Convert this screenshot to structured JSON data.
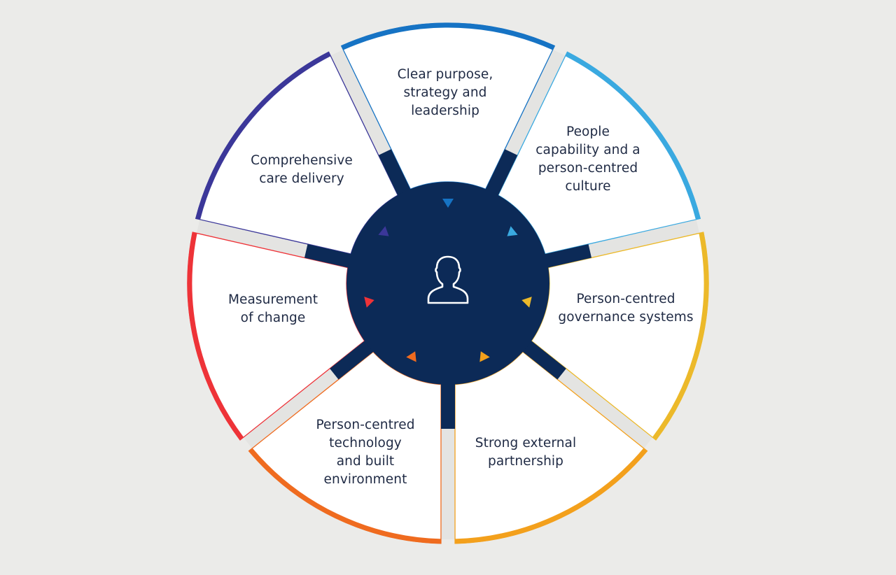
{
  "diagram": {
    "type": "segmented-wheel",
    "background": "#ebebe9",
    "center": {
      "icon": "person-icon",
      "fill": "#0c2a57",
      "icon_color": "#ffffff"
    },
    "spoke_color": "#0c2a57",
    "gap_color": "#e4e4e2",
    "segments": [
      {
        "id": "clear-purpose",
        "label": "Clear purpose,\nstrategy and\nleadership",
        "color": "#1673c4"
      },
      {
        "id": "people-capability",
        "label": "People\ncapability and a\nperson-centred\nculture",
        "color": "#3aa9e0"
      },
      {
        "id": "governance",
        "label": "Person-centred\ngovernance systems",
        "color": "#ecb92a"
      },
      {
        "id": "external-partnership",
        "label": "Strong external\npartnership",
        "color": "#f3a01c"
      },
      {
        "id": "technology",
        "label": "Person-centred\ntechnology\nand built\nenvironment",
        "color": "#ef6b1f"
      },
      {
        "id": "measurement",
        "label": "Measurement\nof change",
        "color": "#ee3338"
      },
      {
        "id": "care-delivery",
        "label": "Comprehensive\ncare delivery",
        "color": "#3b3799"
      }
    ]
  }
}
